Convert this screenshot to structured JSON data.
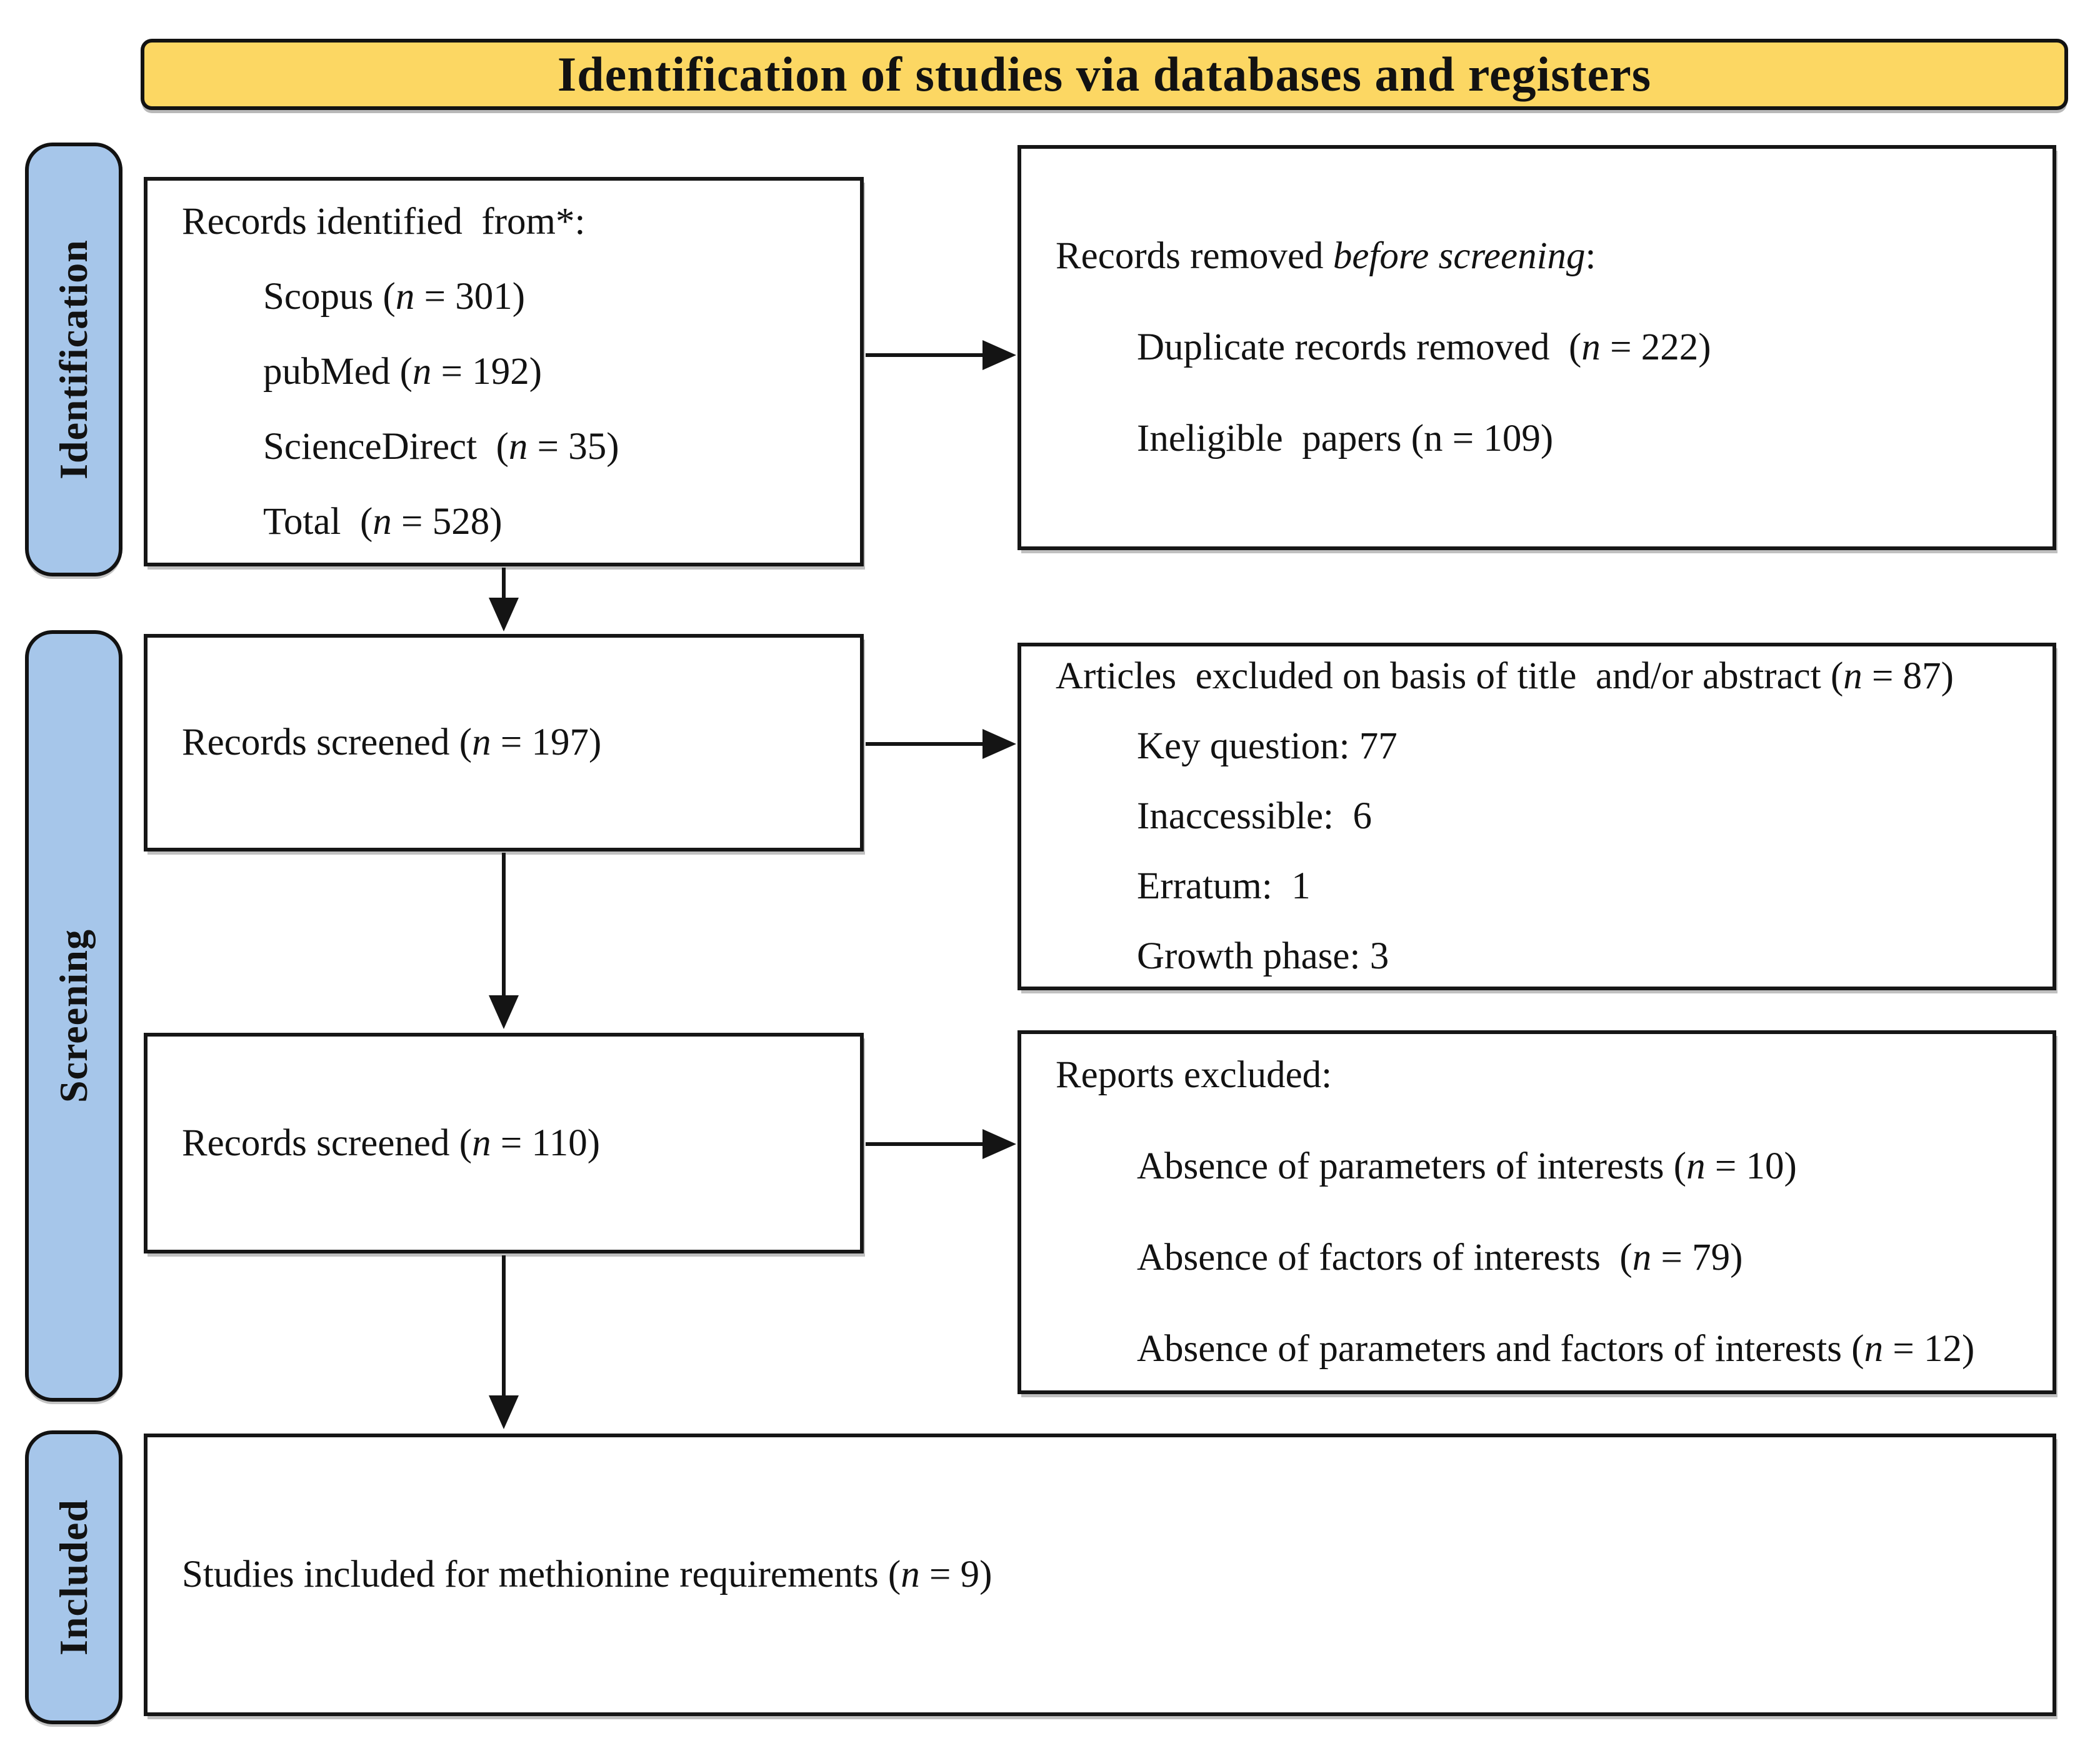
{
  "banner": {
    "title": "Identification of studies via databases and registers"
  },
  "stages": {
    "identification": "Identification",
    "screening": "Screening",
    "included": "Included"
  },
  "colors": {
    "banner_bg": "#fcd763",
    "stage_bg": "#a6c6ea",
    "line_color": "#141414"
  },
  "boxes": {
    "records_identified": {
      "lines": [
        [
          {
            "t": "Records identified  from*:"
          }
        ],
        [
          {
            "t": "Scopus ("
          },
          {
            "t": "n",
            "i": true
          },
          {
            "t": " = 301)"
          }
        ],
        [
          {
            "t": "pubMed ("
          },
          {
            "t": "n",
            "i": true
          },
          {
            "t": " = 192)"
          }
        ],
        [
          {
            "t": "ScienceDirect  ("
          },
          {
            "t": "n",
            "i": true
          },
          {
            "t": " = 35)"
          }
        ],
        [
          {
            "t": "Total  ("
          },
          {
            "t": "n",
            "i": true
          },
          {
            "t": " = 528)"
          }
        ]
      ]
    },
    "records_removed": {
      "lines": [
        [
          {
            "t": "Records removed "
          },
          {
            "t": "before screening",
            "i": true
          },
          {
            "t": ":"
          }
        ],
        [
          {
            "t": "Duplicate records removed  ("
          },
          {
            "t": "n",
            "i": true
          },
          {
            "t": " = 222)"
          }
        ],
        [
          {
            "t": "Ineligible  papers (n = 109)"
          }
        ]
      ]
    },
    "records_screened_1": {
      "lines": [
        [
          {
            "t": "Records screened ("
          },
          {
            "t": "n",
            "i": true
          },
          {
            "t": " = 197)"
          }
        ]
      ]
    },
    "articles_excluded": {
      "lines": [
        [
          {
            "t": "Articles  excluded on basis of title  and/or abstract ("
          },
          {
            "t": "n",
            "i": true
          },
          {
            "t": " = 87)"
          }
        ],
        [
          {
            "t": "Key question: 77"
          }
        ],
        [
          {
            "t": "Inaccessible:  6"
          }
        ],
        [
          {
            "t": "Erratum:  1"
          }
        ],
        [
          {
            "t": "Growth phase: 3"
          }
        ]
      ]
    },
    "records_screened_2": {
      "lines": [
        [
          {
            "t": "Records screened ("
          },
          {
            "t": "n",
            "i": true
          },
          {
            "t": " = 110)"
          }
        ]
      ]
    },
    "reports_excluded": {
      "lines": [
        [
          {
            "t": "Reports excluded:"
          }
        ],
        [
          {
            "t": "Absence of parameters of interests ("
          },
          {
            "t": "n",
            "i": true
          },
          {
            "t": " = 10)"
          }
        ],
        [
          {
            "t": "Absence of factors of interests  ("
          },
          {
            "t": "n",
            "i": true
          },
          {
            "t": " = 79)"
          }
        ],
        [
          {
            "t": "Absence of parameters and factors of interests ("
          },
          {
            "t": "n",
            "i": true
          },
          {
            "t": " = 12)"
          }
        ]
      ]
    },
    "studies_included": {
      "lines": [
        [
          {
            "t": "Studies included for methionine requirements ("
          },
          {
            "t": "n",
            "i": true
          },
          {
            "t": " = 9)"
          }
        ]
      ]
    }
  }
}
